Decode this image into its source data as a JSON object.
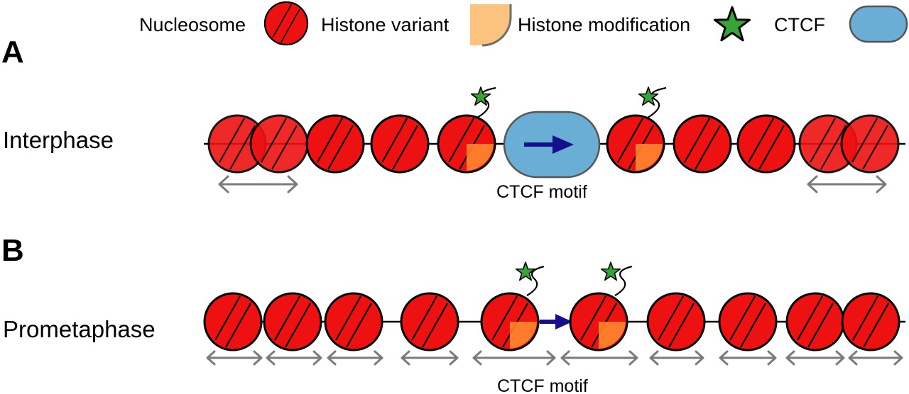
{
  "legend": {
    "nucleosome_label": "Nucleosome",
    "histone_variant_label": "Histone variant",
    "histone_modification_label": "Histone modification",
    "ctcf_label": "CTCF"
  },
  "colors": {
    "nucleosome": "#ee1111",
    "histone_variant": "#ff8a2e",
    "histone_variant_legend": "#fcc37e",
    "histone_modification": "#35a535",
    "ctcf": "#6aaed6",
    "motif_arrow": "#140f8c",
    "movement_arrow": "#7b7b7b"
  },
  "panels": [
    {
      "letter": "A",
      "row_label": "Interphase",
      "motif_label": "CTCF motif",
      "ctcf_bound": true,
      "nucleosomes": [
        {
          "style": "faded",
          "modified": false
        },
        {
          "style": "faded",
          "modified": false
        },
        {
          "style": "solid",
          "modified": false
        },
        {
          "style": "solid",
          "modified": false
        },
        {
          "style": "solid",
          "modified": true
        },
        {
          "style": "solid",
          "modified": true
        },
        {
          "style": "solid",
          "modified": false
        },
        {
          "style": "solid",
          "modified": false
        },
        {
          "style": "faded",
          "modified": false
        },
        {
          "style": "faded",
          "modified": false
        }
      ],
      "movement_arrows": 2
    },
    {
      "letter": "B",
      "row_label": "Prometaphase",
      "motif_label": "CTCF motif",
      "ctcf_bound": false,
      "nucleosomes": [
        {
          "style": "solid",
          "modified": false
        },
        {
          "style": "solid",
          "modified": false
        },
        {
          "style": "solid",
          "modified": false
        },
        {
          "style": "solid",
          "modified": false
        },
        {
          "style": "solid",
          "modified": true
        },
        {
          "style": "solid",
          "modified": true
        },
        {
          "style": "solid",
          "modified": false
        },
        {
          "style": "solid",
          "modified": false
        },
        {
          "style": "solid",
          "modified": false
        },
        {
          "style": "solid",
          "modified": false
        }
      ],
      "movement_arrows": 10
    }
  ]
}
